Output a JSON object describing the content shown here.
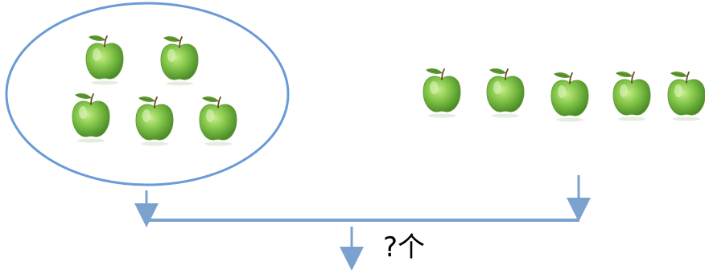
{
  "question": {
    "text": "?个"
  },
  "colors": {
    "group_outline": "#6a9bd8",
    "arrow": "#7ba2cf",
    "apple_light": "#b6e07a",
    "apple_mid": "#7cc242",
    "apple_dark": "#4f8f2a",
    "leaf": "#5f9a2f",
    "stem": "#6b4a2a"
  },
  "groups": {
    "circled": {
      "count": 5,
      "icon": "apple-icon"
    },
    "row": {
      "count": 5,
      "icon": "apple-icon"
    }
  }
}
